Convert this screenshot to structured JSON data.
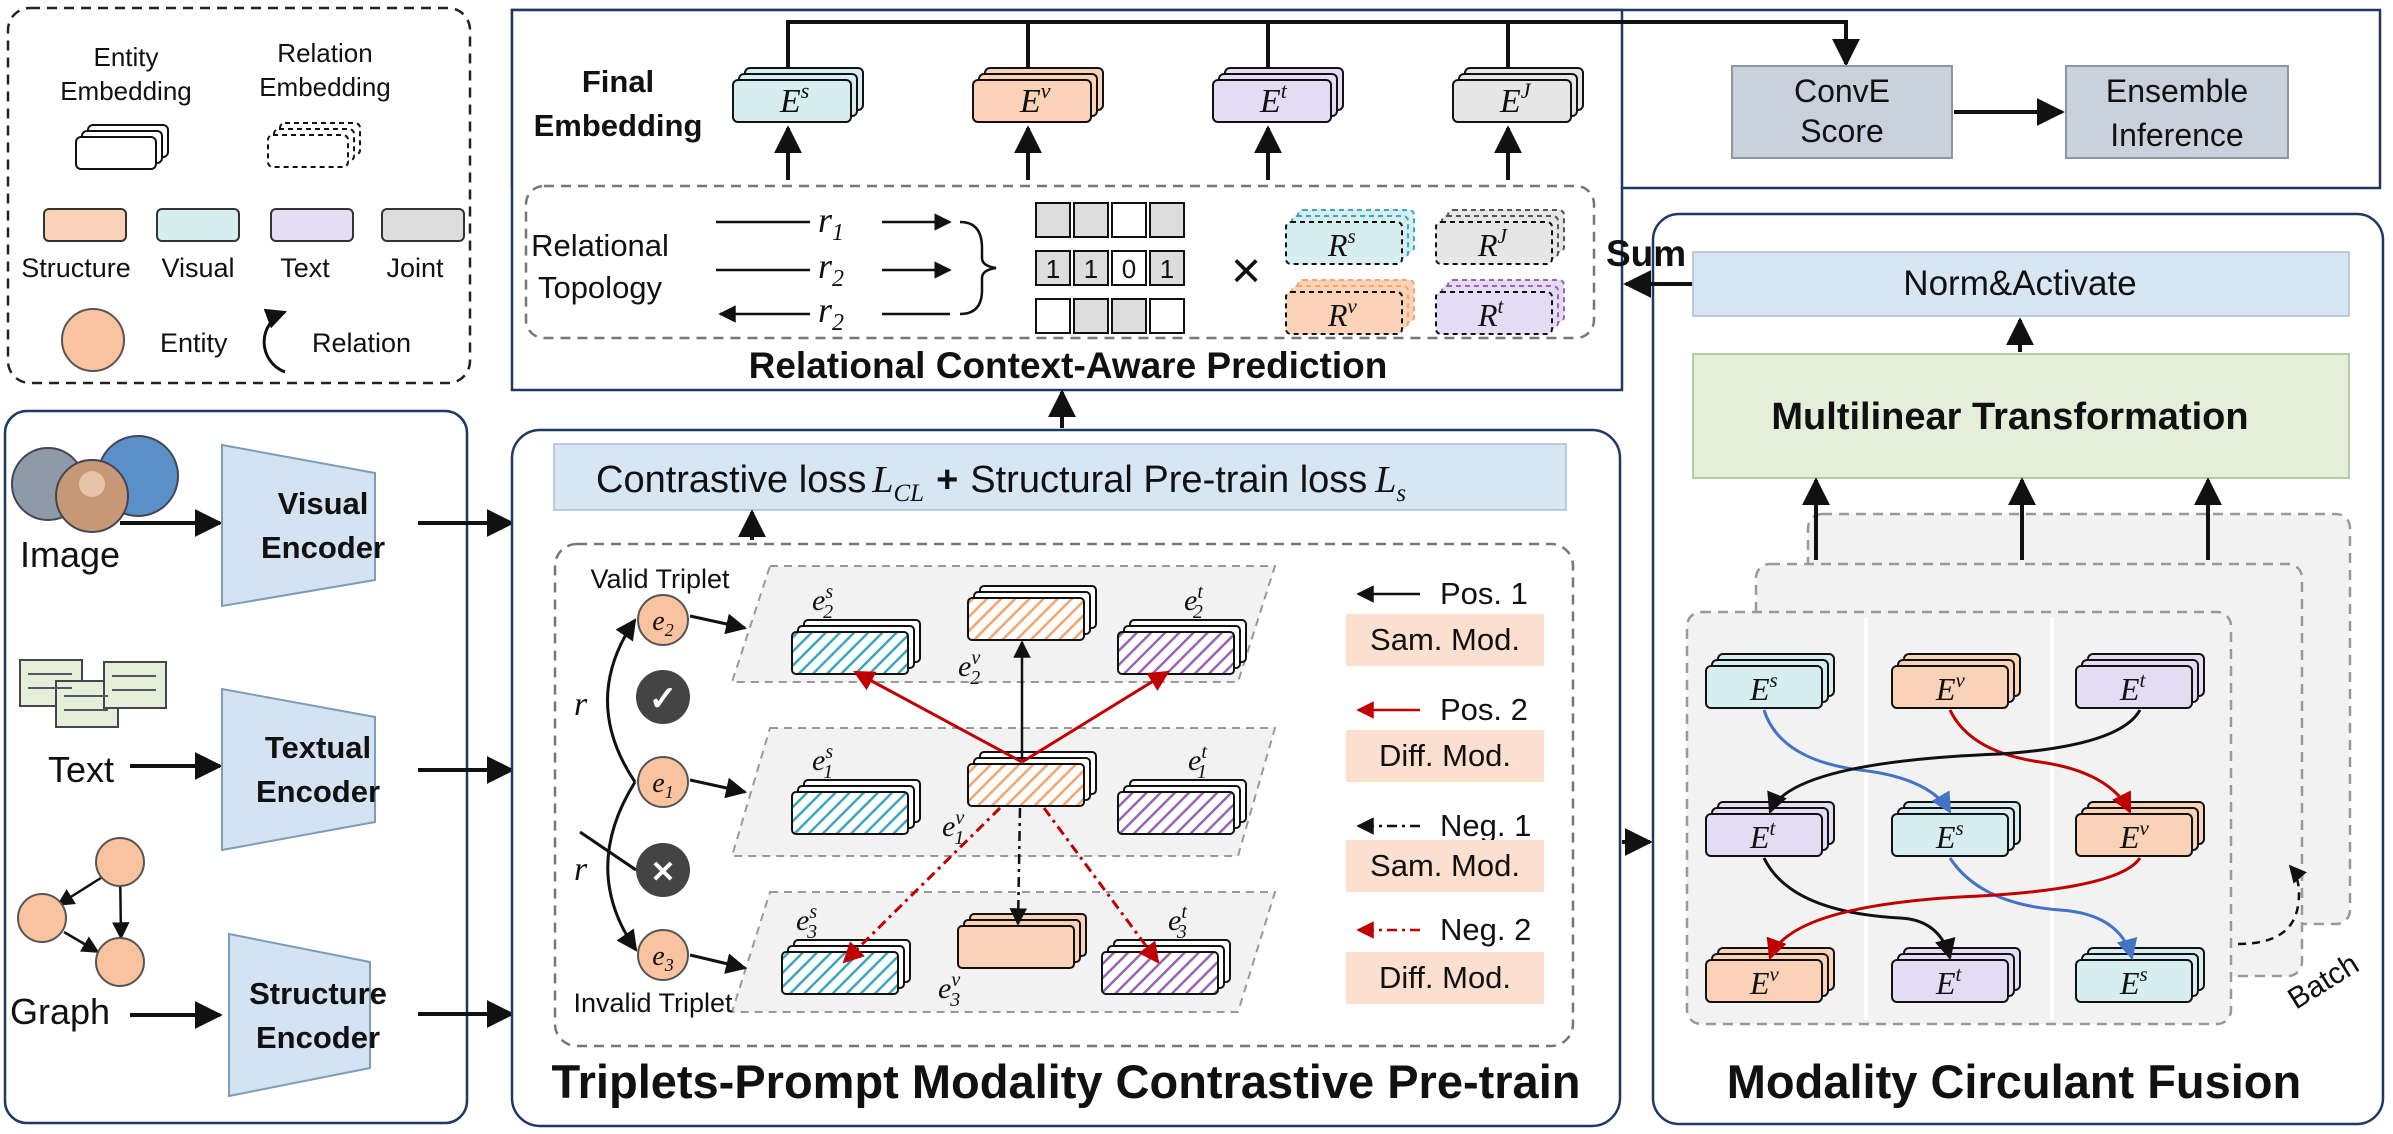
{
  "legend": {
    "entity_embedding": [
      "Entity",
      "Embedding"
    ],
    "relation_embedding": [
      "Relation",
      "Embedding"
    ],
    "modality_labels": [
      "Structure",
      "Visual",
      "Text",
      "Joint"
    ],
    "entity_label": "Entity",
    "relation_label": "Relation"
  },
  "inputs": {
    "image_label": "Image",
    "text_label": "Text",
    "graph_label": "Graph",
    "visual_encoder": [
      "Visual",
      "Encoder"
    ],
    "textual_encoder": [
      "Textual",
      "Encoder"
    ],
    "structure_encoder": [
      "Structure",
      "Encoder"
    ]
  },
  "prediction": {
    "final_embedding": [
      "Final",
      "Embedding"
    ],
    "embeddings": [
      {
        "base": "E",
        "sup": "s"
      },
      {
        "base": "E",
        "sup": "v"
      },
      {
        "base": "E",
        "sup": "t"
      },
      {
        "base": "E",
        "sup": "J"
      }
    ],
    "convE": [
      "ConvE",
      "Score"
    ],
    "ensemble": [
      "Ensemble",
      "Inference"
    ],
    "relational_topology": [
      "Relational",
      "Topology"
    ],
    "relations": [
      {
        "base": "r",
        "sub": "1"
      },
      {
        "base": "r",
        "sub": "2"
      },
      {
        "base": "r",
        "sub": "2"
      }
    ],
    "mask_row": [
      "1",
      "1",
      "0",
      "1"
    ],
    "times": "×",
    "relation_embeddings": [
      {
        "base": "R",
        "sup": "s"
      },
      {
        "base": "R",
        "sup": "J"
      },
      {
        "base": "R",
        "sup": "v"
      },
      {
        "base": "R",
        "sup": "t"
      }
    ],
    "title": "Relational Context-Aware Prediction"
  },
  "pretrain": {
    "loss_text_a": "Contrastive loss",
    "loss_sym_a": {
      "base": "L",
      "sub": "CL"
    },
    "loss_plus": "+",
    "loss_text_b": "Structural Pre-train loss",
    "loss_sym_b": {
      "base": "L",
      "sub": "s"
    },
    "valid_triplet": "Valid Triplet",
    "invalid_triplet": "Invalid Triplet",
    "entities": [
      "e2",
      "e1",
      "e3"
    ],
    "relation_r": "r",
    "check": "✓",
    "cross": "✕",
    "row_embeddings": [
      [
        {
          "base": "e",
          "sub": "2",
          "sup": "s"
        },
        {
          "base": "e",
          "sub": "2",
          "sup": "v"
        },
        {
          "base": "e",
          "sub": "2",
          "sup": "t"
        }
      ],
      [
        {
          "base": "e",
          "sub": "1",
          "sup": "s"
        },
        {
          "base": "e",
          "sub": "1",
          "sup": "v"
        },
        {
          "base": "e",
          "sub": "1",
          "sup": "t"
        }
      ],
      [
        {
          "base": "e",
          "sub": "3",
          "sup": "s"
        },
        {
          "base": "e",
          "sub": "3",
          "sup": "v"
        },
        {
          "base": "e",
          "sub": "3",
          "sup": "t"
        }
      ]
    ],
    "pairs": [
      {
        "label": "Pos. 1",
        "sub": "Sam. Mod."
      },
      {
        "label": "Pos. 2",
        "sub": "Diff. Mod."
      },
      {
        "label": "Neg. 1",
        "sub": "Sam. Mod."
      },
      {
        "label": "Neg. 2",
        "sub": "Diff. Mod."
      }
    ],
    "title": "Triplets-Prompt Modality Contrastive Pre-train"
  },
  "fusion": {
    "sum": "Sum",
    "norm": "Norm&Activate",
    "multilinear": "Multilinear Transformation",
    "grid": [
      [
        {
          "base": "E",
          "sup": "s"
        },
        {
          "base": "E",
          "sup": "v"
        },
        {
          "base": "E",
          "sup": "t"
        }
      ],
      [
        {
          "base": "E",
          "sup": "t"
        },
        {
          "base": "E",
          "sup": "s"
        },
        {
          "base": "E",
          "sup": "v"
        }
      ],
      [
        {
          "base": "E",
          "sup": "v"
        },
        {
          "base": "E",
          "sup": "t"
        },
        {
          "base": "E",
          "sup": "s"
        }
      ]
    ],
    "batch": "Batch",
    "title": "Modality Circulant Fusion"
  },
  "colors": {
    "structure": "#f9d2b8",
    "visual": "#d7eef1",
    "text": "#e3dcf3",
    "joint": "#dcdcdc",
    "encoder": "#d4e3f1",
    "loss_bar": "#d7e6f3",
    "multilinear": "#e3efd9",
    "score_box": "#c9d2dc",
    "pair_bg": "#fbe0d0",
    "red": "#c00000",
    "blue": "#4472c4"
  }
}
